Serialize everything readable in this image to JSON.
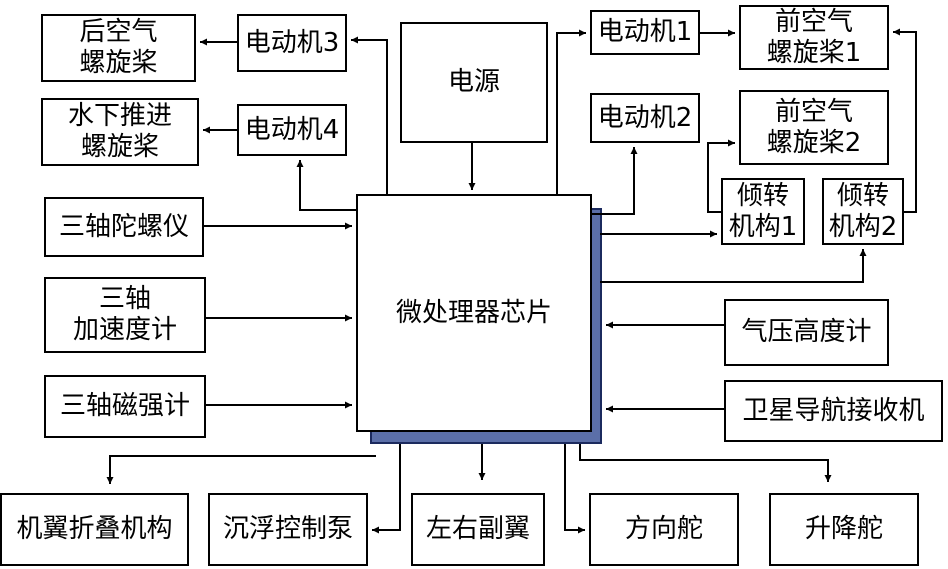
{
  "diagram": {
    "cpu": "微处理器芯片",
    "power": "电源",
    "motor1": "电动机1",
    "motor2": "电动机2",
    "motor3": "电动机3",
    "motor4": "电动机4",
    "front_prop1": "前空气\n螺旋桨1",
    "front_prop2": "前空气\n螺旋桨2",
    "rear_prop": "后空气\n螺旋桨",
    "water_prop": "水下推进\n螺旋桨",
    "tilt1": "倾转\n机构1",
    "tilt2": "倾转\n机构2",
    "gyro": "三轴陀螺仪",
    "accel": "三轴\n加速度计",
    "mag": "三轴磁强计",
    "baro": "气压高度计",
    "gnss": "卫星导航接收机",
    "wing_fold": "机翼折叠机构",
    "pump": "沉浮控制泵",
    "aileron": "左右副翼",
    "rudder": "方向舵",
    "elevator": "升降舵"
  }
}
